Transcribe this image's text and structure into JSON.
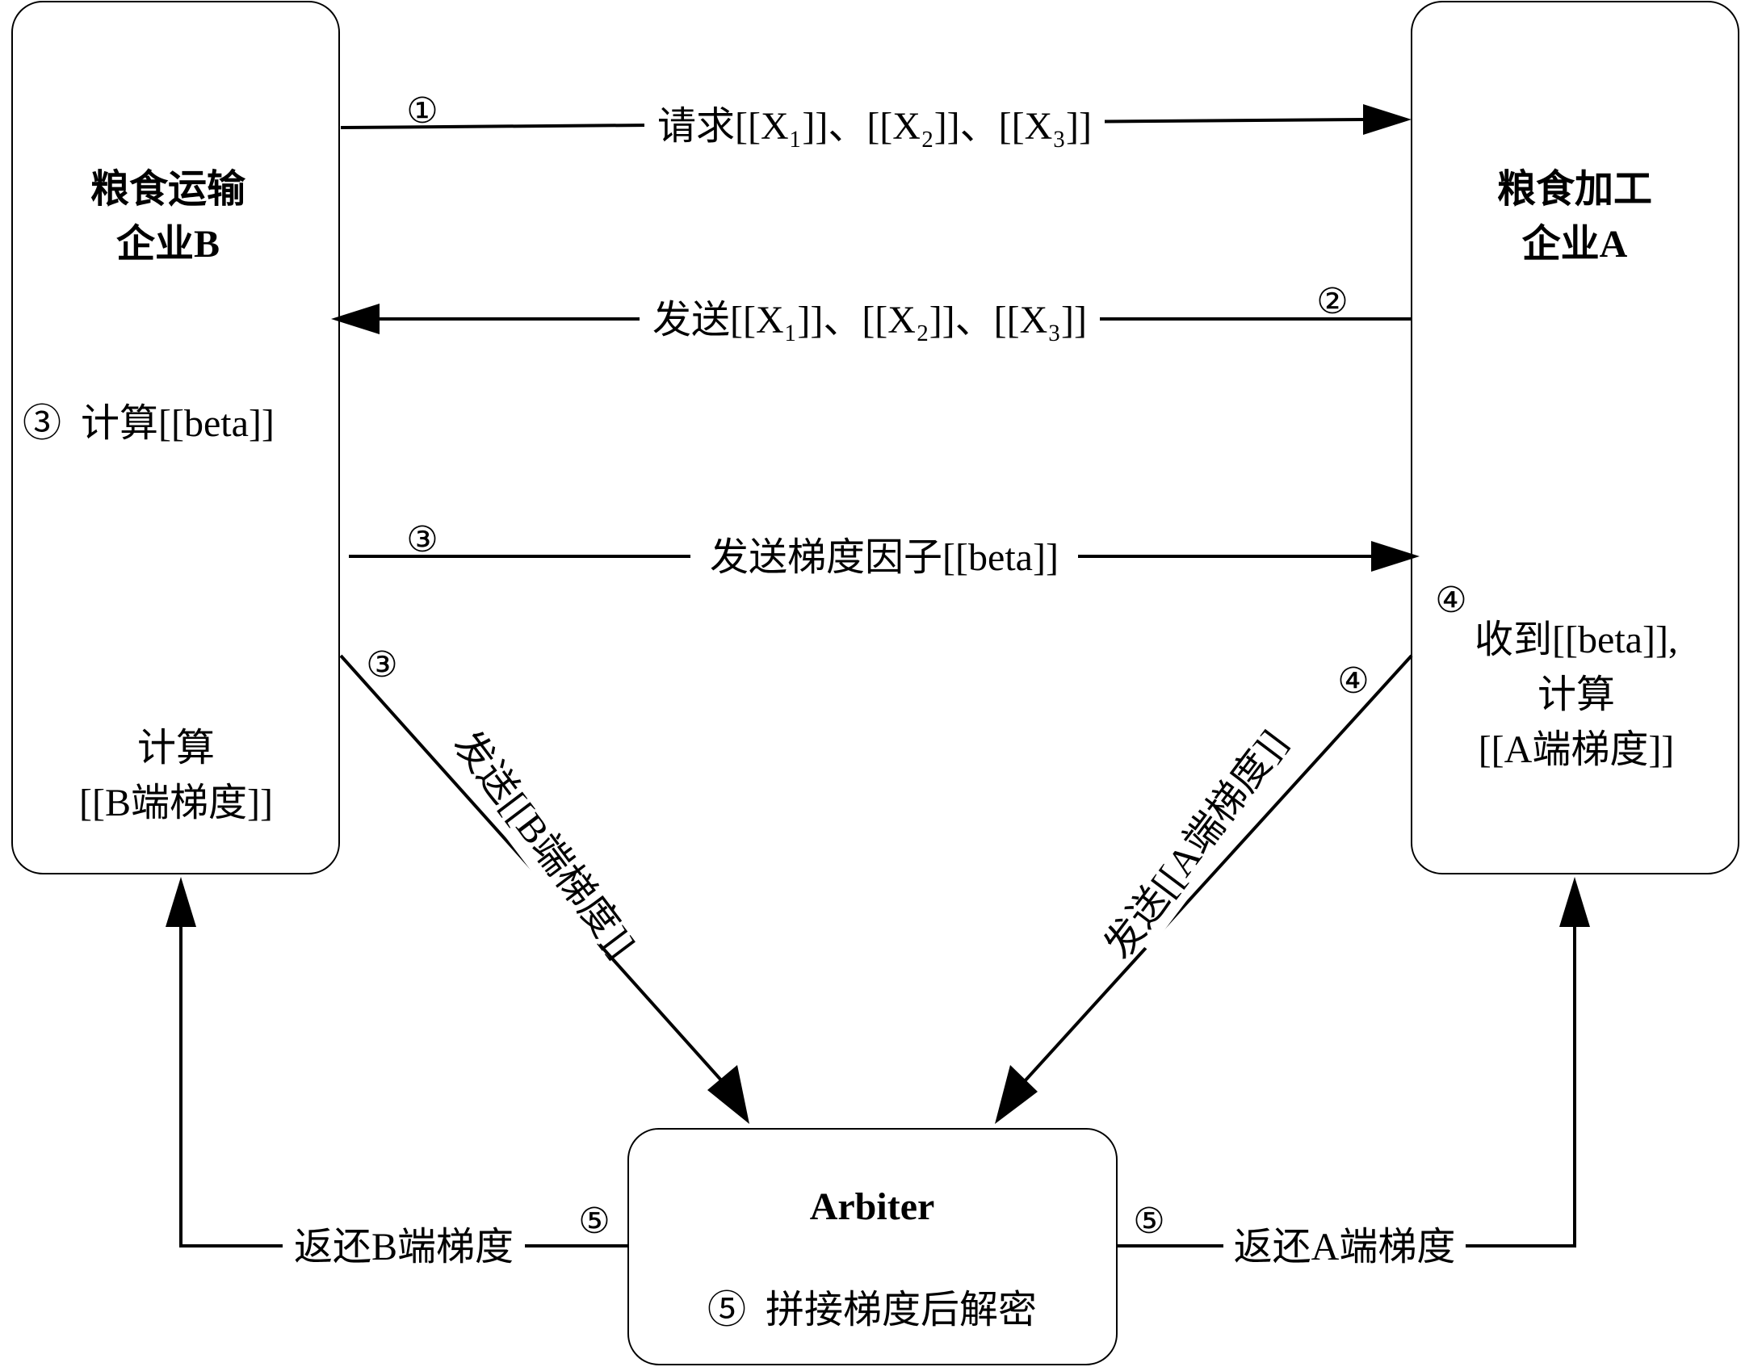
{
  "nodes": {
    "b": {
      "title1": "粮食运输",
      "title2": "企业B",
      "step3": "③  计算[[beta]]",
      "compute1": "计算",
      "compute2": "[[B端梯度]]"
    },
    "a": {
      "title1": "粮食加工",
      "title2": "企业A",
      "step4_num": "④",
      "line1": "收到[[beta]],",
      "line2": "计算",
      "line3": "[[A端梯度]]"
    },
    "arbiter": {
      "title": "Arbiter",
      "desc": "⑤  拼接梯度后解密"
    }
  },
  "edges": {
    "e1": {
      "num": "①",
      "label": "请求[[X₁]]、[[X₂]]、[[X₃]]"
    },
    "e2": {
      "num": "②",
      "label": "发送[[X₁]]、[[X₂]]、[[X₃]]"
    },
    "e3": {
      "num": "③",
      "label": "发送梯度因子[[beta]]"
    },
    "e4": {
      "num": "③",
      "label": "发送[[B端梯度]]"
    },
    "e5": {
      "num": "④",
      "label": "发送[[A端梯度]]"
    },
    "e6": {
      "num": "⑤",
      "label": "返还B端梯度"
    },
    "e7": {
      "num": "⑤",
      "label": "返还A端梯度"
    }
  }
}
